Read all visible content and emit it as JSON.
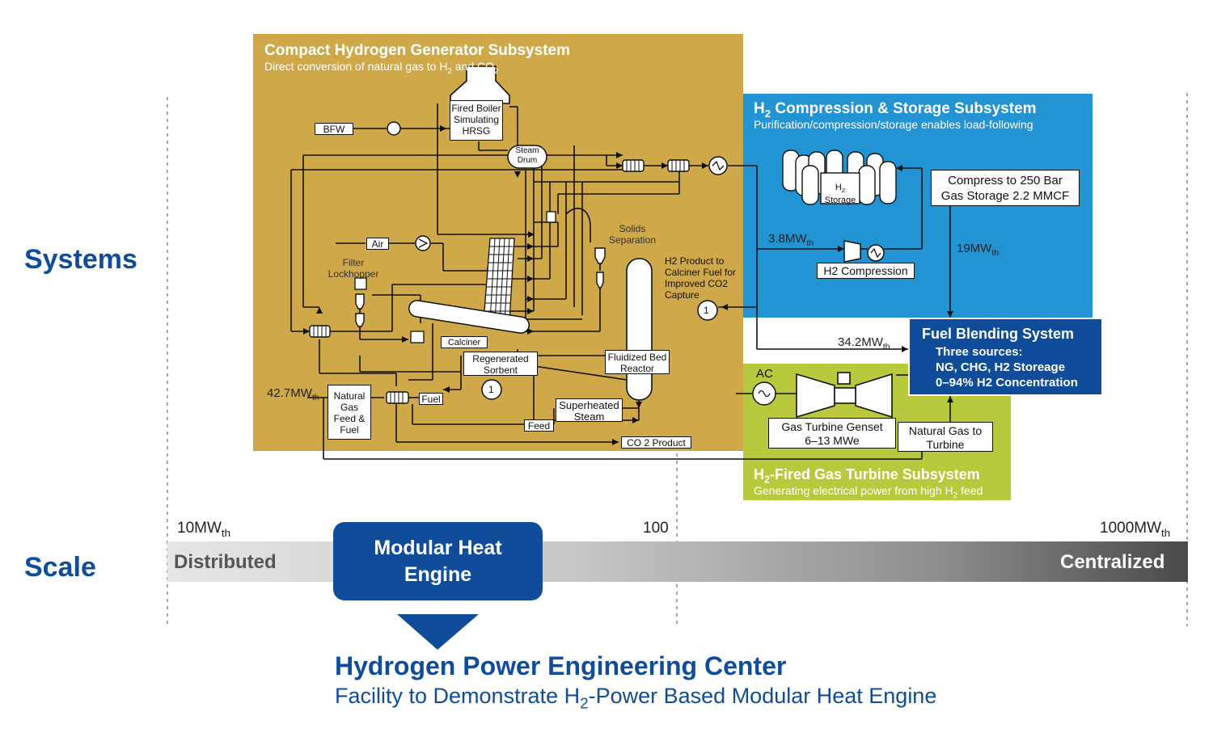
{
  "row_labels": {
    "systems": "Systems",
    "scale": "Scale"
  },
  "compact_generator": {
    "title": "Compact Hydrogen Generator Subsystem",
    "subtitle_pre": "Direct conversion of natural gas to H",
    "subtitle_sub": "2",
    "subtitle_mid": " and CO",
    "subtitle_sub2": "2",
    "boiler_label": "Fired Boiler Simulating HRSG",
    "bfw": "BFW",
    "steam_drum": "Steam Drum",
    "air": "Air",
    "solids_separation": "Solids Separation",
    "filter_lockhopper": "Filter Lockhopper",
    "calciner": "Calciner",
    "regenerated_sorbent": "Regenerated Sorbent",
    "fluidized_bed": "Fluidized Bed Reactor",
    "h2_product_note": "H2 Product to Calciner Fuel for Improved CO2 Capture",
    "node_one": "1",
    "natural_gas_feed": "Natural Gas Feed & Fuel",
    "fuel": "Fuel",
    "feed": "Feed",
    "superheated_steam": "Superheated Steam",
    "co2_product": "CO 2 Product",
    "power_in": "42.7MW",
    "power_in_sub": "th"
  },
  "compression": {
    "title_pre": "H",
    "title_sub": "2",
    "title_post": " Compression & Storage Subsystem",
    "subtitle": "Purification/compression/storage enables load-following",
    "storage_label_pre": "H",
    "storage_label_sub": "2",
    "storage_label_post": "Storage",
    "compress_line1": "Compress to 250 Bar",
    "compress_line2": "Gas Storage 2.2 MMCF",
    "power_a": "3.8MW",
    "power_a_sub": "th",
    "power_b": "19MW",
    "power_b_sub": "th",
    "compression_label": "H2 Compression"
  },
  "fuel_blending": {
    "title": "Fuel Blending System",
    "line1": "Three sources:",
    "line2": "NG, CHG, H2 Storeage",
    "line3": "0–94% H2 Concentration",
    "power": "34.2MW",
    "power_sub": "th"
  },
  "gas_turbine": {
    "ac": "AC",
    "genset_line1": "Gas Turbine Genset",
    "genset_line2": "6–13 MWe",
    "ng_line1": "Natural Gas to",
    "ng_line2": "Turbine",
    "title_pre": "H",
    "title_sub": "2",
    "title_post": "-Fired Gas Turbine Subsystem",
    "subtitle_pre": "Generating electrical power from high H",
    "subtitle_sub": "2",
    "subtitle_post": " feed"
  },
  "scale": {
    "tick_10": "10MW",
    "tick_10_sub": "th",
    "tick_100": "100",
    "tick_1000": "1000MW",
    "tick_1000_sub": "th",
    "left_label": "Distributed",
    "right_label": "Centralized",
    "badge_line1": "Modular Heat",
    "badge_line2": "Engine"
  },
  "footer": {
    "title": "Hydrogen Power Engineering Center",
    "subtitle_pre": "Facility to Demonstrate H",
    "subtitle_sub": "2",
    "subtitle_post": "-Power Based Modular Heat Engine"
  },
  "colors": {
    "gold": "#cfa84a",
    "blue": "#2394d3",
    "dark_blue": "#0f4c99",
    "green": "#b8c93d",
    "gray_dark": "#4a4a4a",
    "gray_light": "#e3e3e3"
  }
}
